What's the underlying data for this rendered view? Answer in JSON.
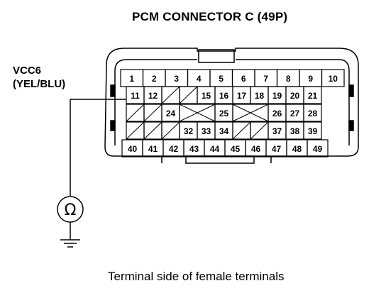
{
  "title": "PCM CONNECTOR C (49P)",
  "signal": {
    "name": "VCC6",
    "wire_color": "(YEL/BLU)"
  },
  "meter_symbol": "Ω",
  "caption": "Terminal side of female terminals",
  "connector": {
    "rows": [
      [
        "1",
        "2",
        "3",
        "4",
        "5",
        "6",
        "7",
        "8",
        "9",
        "10"
      ],
      [
        "11",
        "12",
        "",
        "",
        "15",
        "16",
        "17",
        "18",
        "19",
        "20",
        "21"
      ],
      [
        "",
        "",
        "24",
        "",
        "25",
        "",
        "26",
        "27",
        "28"
      ],
      [
        "",
        "",
        "",
        "32",
        "33",
        "34",
        "",
        "",
        "37",
        "38",
        "39"
      ],
      [
        "40",
        "41",
        "42",
        "43",
        "44",
        "45",
        "46",
        "47",
        "48",
        "49"
      ]
    ],
    "probed_terminal": "11"
  }
}
